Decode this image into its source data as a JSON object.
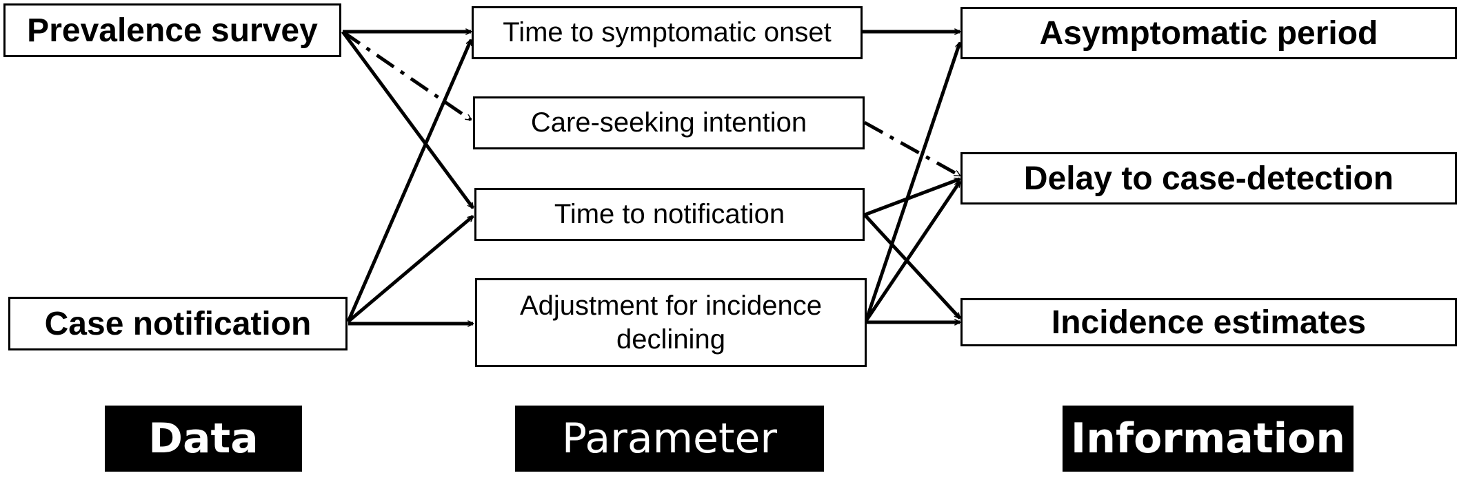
{
  "data_nodes": {
    "prevalence_survey": "Prevalence survey",
    "case_notification": "Case notification"
  },
  "parameter_nodes": {
    "time_to_symptomatic_onset": "Time to symptomatic onset",
    "care_seeking_intention": "Care-seeking intention",
    "time_to_notification": "Time to notification",
    "adjustment_line1": "Adjustment for incidence",
    "adjustment_line2": "declining"
  },
  "information_nodes": {
    "asymptomatic_period": "Asymptomatic period",
    "delay_to_case_detection": "Delay to case-detection",
    "incidence_estimates": "Incidence estimates"
  },
  "column_labels": {
    "data": "Data",
    "parameter": "Parameter",
    "information": "Information"
  },
  "edges": [
    {
      "from": "prevalence_survey",
      "to": "time_to_symptomatic_onset",
      "style": "solid"
    },
    {
      "from": "prevalence_survey",
      "to": "care_seeking_intention",
      "style": "dash-dot"
    },
    {
      "from": "prevalence_survey",
      "to": "time_to_notification",
      "style": "solid"
    },
    {
      "from": "case_notification",
      "to": "time_to_symptomatic_onset",
      "style": "solid"
    },
    {
      "from": "case_notification",
      "to": "time_to_notification",
      "style": "solid"
    },
    {
      "from": "case_notification",
      "to": "adjustment_for_incidence_declining",
      "style": "solid"
    },
    {
      "from": "time_to_symptomatic_onset",
      "to": "asymptomatic_period",
      "style": "solid"
    },
    {
      "from": "care_seeking_intention",
      "to": "delay_to_case_detection",
      "style": "dash-dot"
    },
    {
      "from": "time_to_notification",
      "to": "delay_to_case_detection",
      "style": "solid"
    },
    {
      "from": "time_to_notification",
      "to": "incidence_estimates",
      "style": "solid"
    },
    {
      "from": "adjustment_for_incidence_declining",
      "to": "asymptomatic_period",
      "style": "solid"
    },
    {
      "from": "adjustment_for_incidence_declining",
      "to": "delay_to_case_detection",
      "style": "solid"
    },
    {
      "from": "adjustment_for_incidence_declining",
      "to": "incidence_estimates",
      "style": "solid"
    }
  ]
}
